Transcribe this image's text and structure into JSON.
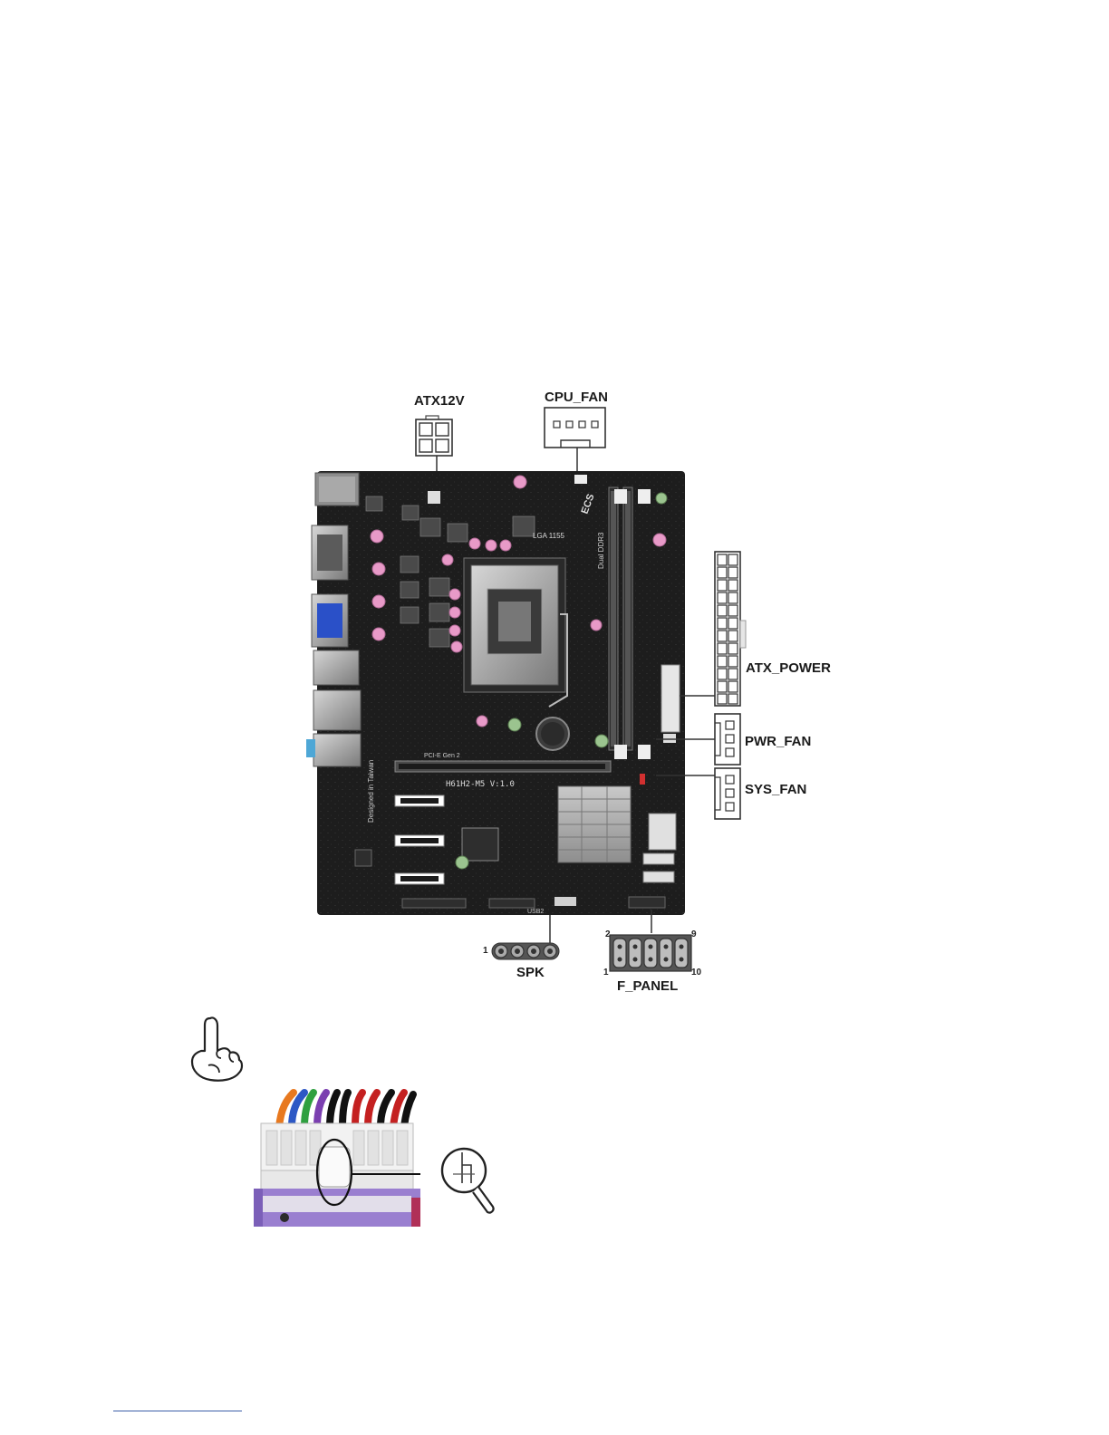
{
  "connectors": {
    "atx12v": "ATX12V",
    "cpu_fan": "CPU_FAN",
    "atx_power": "ATX_POWER",
    "pwr_fan": "PWR_FAN",
    "sys_fan": "SYS_FAN",
    "spk": "SPK",
    "f_panel": "F_PANEL"
  },
  "pin_labels": {
    "spk_pin1": "1",
    "f_panel_top_left": "2",
    "f_panel_top_right": "9",
    "f_panel_bottom_left": "1",
    "f_panel_bottom_right": "10"
  },
  "board_text": {
    "model": "H61H2-M5 V:1.0",
    "socket": "LGA 1155",
    "memory": "Dual DDR3",
    "pcie": "PCI-E Gen 2",
    "designed": "Designed in Taiwan",
    "usb": "USB2",
    "brand": "ECS"
  },
  "colors": {
    "board": "#1c1c1c",
    "capacitor": "#e89ac8",
    "label_text": "#1a1a1a",
    "footer_rule": "#3b5ea8"
  },
  "icons": {
    "note": "pointing-hand-icon",
    "magnifier": "magnifier-icon"
  }
}
